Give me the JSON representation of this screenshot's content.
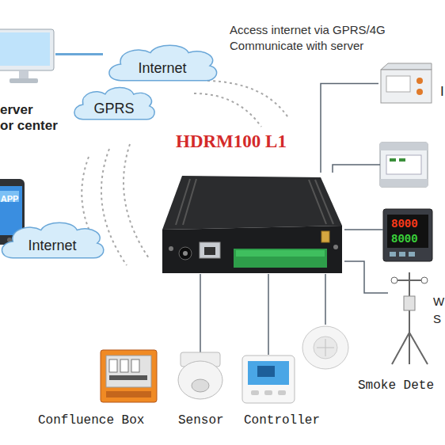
{
  "diagram": {
    "nodes": [
      {
        "text": [
          "Internet"
        ]
      },
      {
        "text": [
          "GPRS"
        ]
      },
      {
        "text": [
          "erver",
          "or center"
        ]
      },
      {
        "text": [
          "APP"
        ]
      },
      {
        "text": [
          "Internet"
        ]
      },
      {
        "text": [
          "HDRM100 L1"
        ]
      },
      {
        "text": [
          "Confluence Box"
        ]
      },
      {
        "text": [
          "Sensor"
        ]
      },
      {
        "text": [
          "Controller"
        ]
      },
      {
        "text": [
          "Smoke Dete"
        ]
      },
      {
        "text": [
          "I"
        ]
      },
      {
        "text": [
          "W S"
        ]
      }
    ],
    "edges": [
      {
        "from": 2,
        "to": 0,
        "arrow": "none"
      },
      {
        "from": 5,
        "to": 6,
        "arrow": "none"
      },
      {
        "from": 5,
        "to": 7,
        "arrow": "none"
      },
      {
        "from": 5,
        "to": 8,
        "arrow": "none"
      },
      {
        "from": 5,
        "to": 9,
        "arrow": "none"
      },
      {
        "from": 5,
        "to": 10,
        "arrow": "none"
      },
      {
        "from": 5,
        "to": 11,
        "arrow": "none"
      }
    ],
    "labels": [
      "Access internet via GPRS/4G Communicate with server",
      "8000",
      "8000"
    ]
  }
}
